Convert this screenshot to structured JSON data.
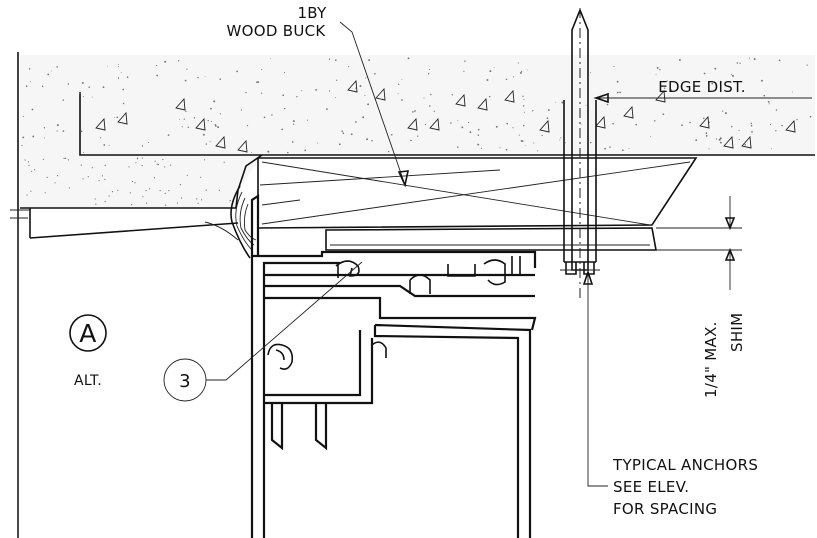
{
  "labels": {
    "wood_buck_line1": "1BY",
    "wood_buck_line2": "WOOD BUCK",
    "edge_dist": "EDGE DIST.",
    "detail_letter": "A",
    "detail_sub": "ALT.",
    "callout_number": "3",
    "shim_max": "1/4\" MAX.",
    "shim": "SHIM",
    "anchors_line1": "TYPICAL ANCHORS",
    "anchors_line2": "SEE ELEV.",
    "anchors_line3": "FOR SPACING"
  },
  "colors": {
    "ink": "#111111",
    "paper": "#ffffff",
    "concrete_fill": "#f6f6f6"
  }
}
